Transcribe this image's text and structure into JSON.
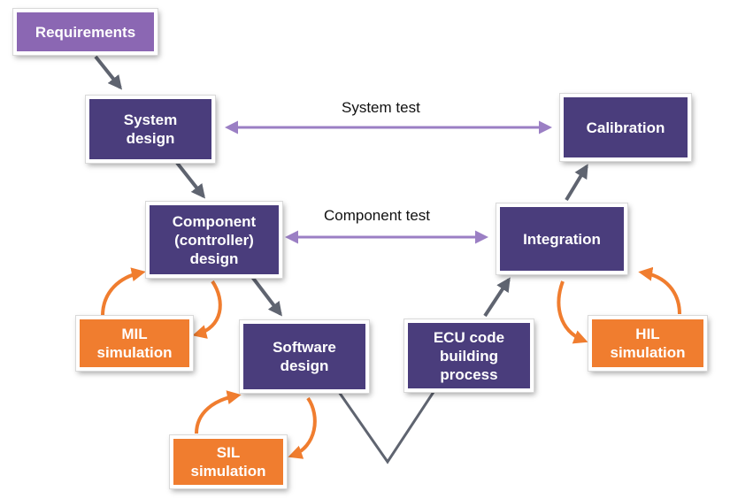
{
  "boxes": {
    "requirements": {
      "lines": [
        "Requirements"
      ]
    },
    "system_design": {
      "lines": [
        "System",
        "design"
      ]
    },
    "component_design": {
      "lines": [
        "Component",
        "(controller)",
        "design"
      ]
    },
    "software_design": {
      "lines": [
        "Software",
        "design"
      ]
    },
    "ecu_code": {
      "lines": [
        "ECU code",
        "building",
        "process"
      ]
    },
    "integration": {
      "lines": [
        "Integration"
      ]
    },
    "calibration": {
      "lines": [
        "Calibration"
      ]
    },
    "mil": {
      "lines": [
        "MIL",
        "simulation"
      ]
    },
    "sil": {
      "lines": [
        "SIL",
        "simulation"
      ]
    },
    "hil": {
      "lines": [
        "HIL",
        "simulation"
      ]
    }
  },
  "labels": {
    "system_test": "System test",
    "component_test": "Component test"
  },
  "colors": {
    "design_box": "#4a3d7c",
    "requirements_box": "#8b67b3",
    "simulation_box": "#f07d2f",
    "flow_arrow": "#5f6470",
    "test_arrow": "#9b7fc4",
    "loop_arrow": "#f07d2f"
  }
}
